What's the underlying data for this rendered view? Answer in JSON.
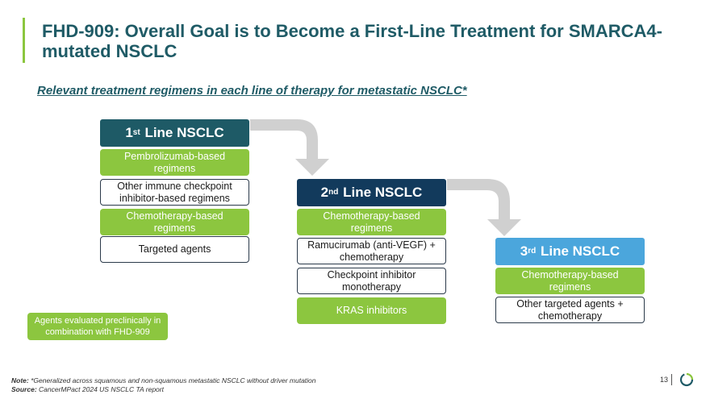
{
  "title": "FHD-909: Overall Goal is to Become a First-Line Treatment for SMARCA4-mutated NSCLC",
  "subtitle": "Relevant treatment regimens in each line of therapy for metastatic NSCLC*",
  "lines": [
    {
      "ordinal": "1",
      "suffix": "st",
      "label": "Line NSCLC",
      "items": [
        {
          "text": "Pembrolizumab-based regimens",
          "style": "green"
        },
        {
          "text": "Other immune checkpoint inhibitor-based regimens",
          "style": "white"
        },
        {
          "text": "Chemotherapy-based regimens",
          "style": "green"
        },
        {
          "text": "Targeted agents",
          "style": "white"
        }
      ]
    },
    {
      "ordinal": "2",
      "suffix": "nd",
      "label": "Line NSCLC",
      "items": [
        {
          "text": "Chemotherapy-based regimens",
          "style": "green"
        },
        {
          "text": "Ramucirumab (anti-VEGF) + chemotherapy",
          "style": "white"
        },
        {
          "text": "Checkpoint inhibitor monotherapy",
          "style": "white"
        },
        {
          "text": "KRAS inhibitors",
          "style": "green"
        }
      ]
    },
    {
      "ordinal": "3",
      "suffix": "rd",
      "label": "Line NSCLC",
      "items": [
        {
          "text": "Chemotherapy-based regimens",
          "style": "green"
        },
        {
          "text": "Other targeted agents + chemotherapy",
          "style": "white"
        }
      ]
    }
  ],
  "legend": "Agents evaluated preclinically in combination with FHD-909",
  "footer": {
    "note_label": "Note:",
    "note_text": "*Generalized across squamous and non-squamous metastatic NSCLC without driver mutation",
    "source_label": "Source:",
    "source_text": "CancerMPact 2024 US NSCLC TA report"
  },
  "page_number": "13",
  "colors": {
    "title": "#1f5b66",
    "green": "#8cc63f",
    "line1_header": "#1e5a66",
    "line2_header": "#123a5c",
    "line3_header": "#4ba6dc",
    "arrow": "#d0d0d0"
  }
}
